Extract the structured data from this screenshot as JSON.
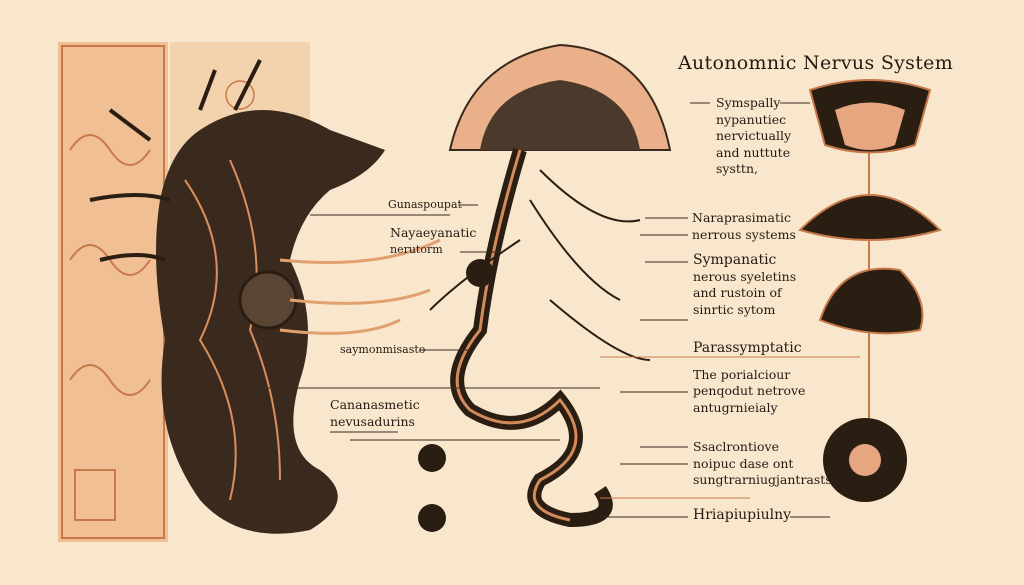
{
  "title": "Autonomnic Nervus System",
  "colors": {
    "background": "#f8e7cd",
    "ink": "#241a12",
    "copper": "#c8794a",
    "panel": "#e9a873"
  },
  "right_labels": [
    {
      "lines": [
        "Symspally",
        "nypanutiec",
        "nervictually",
        "and nuttute",
        "systtn,"
      ]
    },
    {
      "lines": [
        "Naraprasimatic",
        "nerrous systems"
      ]
    },
    {
      "heading": "Sympanatic",
      "lines": [
        "nerous syeletins",
        "and rustoin of",
        "sinrtic  sytom"
      ]
    },
    {
      "heading": "Parassymptatic",
      "lines": [
        "The porialciour",
        "penqodut netrove",
        "antugrnieialy"
      ]
    },
    {
      "lines": [
        "Ssaclrontiove",
        "noipuc dase ont",
        "sungtrarniugjantrasts,"
      ]
    },
    {
      "heading": "Hriapiupiulny"
    }
  ],
  "left_labels": [
    {
      "lines": [
        "Gunaspoupat"
      ]
    },
    {
      "lines": [
        "Nayaeyanatic",
        "nerutorm"
      ]
    },
    {
      "lines": [
        "saymonmisasto"
      ]
    },
    {
      "lines": [
        "Cananasmetic",
        "nevusadurins"
      ]
    }
  ]
}
